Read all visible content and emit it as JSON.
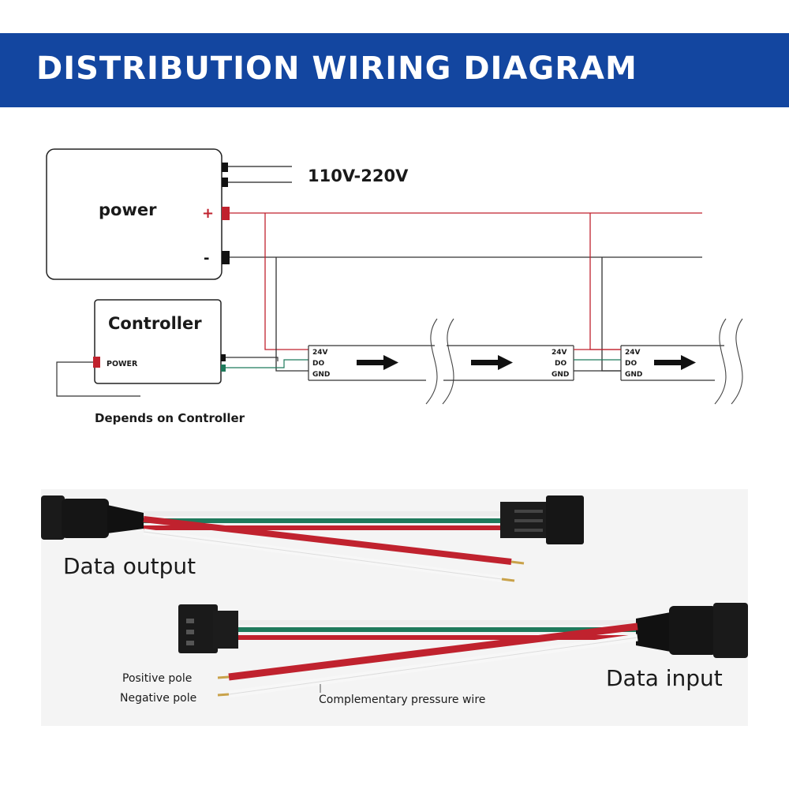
{
  "header": {
    "title": "DISTRIBUTION WIRING DIAGRAM"
  },
  "wiring": {
    "power_box_label": "power",
    "mains_label": "110V-220V",
    "plus_sign": "+",
    "minus_sign": "-",
    "controller_label": "Controller",
    "controller_power_label": "POWER",
    "footnote": "Depends on Controller",
    "pin_labels": [
      "24V",
      "DO",
      "GND"
    ]
  },
  "connectors": {
    "output_label": "Data output",
    "input_label": "Data input",
    "positive_label": "Positive pole",
    "negative_label": "Negative pole",
    "complementary_label": "Complementary pressure wire"
  },
  "colors": {
    "banner": "#1346a0",
    "positive_wire": "#c0222e",
    "data_wire": "#1f7a5c",
    "ground_wire": "#222222"
  }
}
